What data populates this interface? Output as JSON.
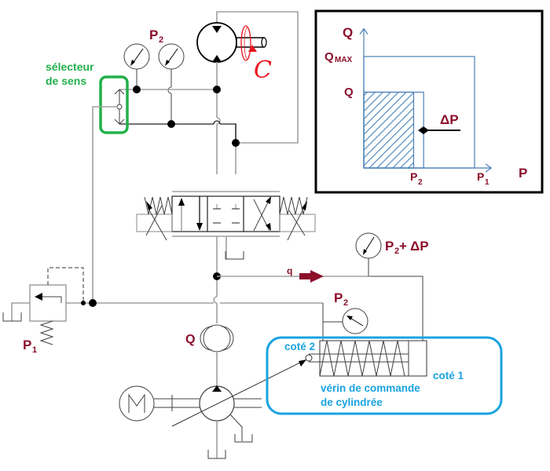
{
  "diagram": {
    "title": "Hydraulic variable-displacement pump with load-sensing control",
    "labels": {
      "p2_top": "P",
      "p2_top_sub": "2",
      "selector_line1": "sélecteur",
      "selector_line2": "de sens",
      "torque": "C",
      "p1_relief": "P",
      "p1_relief_sub": "1",
      "q_flow_meter": "Q",
      "q_small": "q",
      "p2_plus_dp": "P",
      "p2_plus_dp_sub": "2",
      "p2_plus_dp_rest": " + ΔP",
      "p2_cyl": "P",
      "p2_cyl_sub": "2",
      "cote2": "coté 2",
      "cote1": "coté 1",
      "verin_line1": "vérin de commande",
      "verin_line2": "de cylindrée"
    },
    "components": [
      "hydraulic-motor",
      "pressure-gauge-p2-left",
      "pressure-gauge-p2-right",
      "shuttle-valve-direction-selector",
      "directional-valve-4-3",
      "pressure-relief-valve",
      "flow-meter",
      "variable-displacement-pump",
      "electric-motor",
      "pressure-gauge-p2-plus-dp",
      "pressure-gauge-p2-cylinder",
      "displacement-control-cylinder"
    ],
    "colors": {
      "label_red": "#8b0f2a",
      "selector_green": "#22b04b",
      "cylinder_blue": "#1aa3e0",
      "torque_red": "#e8141e",
      "chart_blue": "#4a7fb5"
    }
  },
  "chart_data": {
    "type": "area",
    "title": "",
    "xlabel": "P",
    "ylabel": "Q",
    "x_ticks": [
      {
        "label": "P",
        "sub": "2",
        "value": 0.45
      },
      {
        "label": "P",
        "sub": "1",
        "value": 1.0
      }
    ],
    "y_ticks": [
      {
        "label": "Q",
        "sub": "MAX",
        "value": 1.0
      },
      {
        "label": "Q",
        "sub": "",
        "value": 0.68
      }
    ],
    "xlim": [
      0,
      1.15
    ],
    "ylim": [
      0,
      1.25
    ],
    "regions": [
      {
        "name": "max-envelope",
        "x": [
          0,
          1.0
        ],
        "y": [
          0,
          1.0
        ],
        "fill": "none"
      },
      {
        "name": "pump-output",
        "x": [
          0,
          0.54
        ],
        "y": [
          0,
          0.68
        ],
        "fill": "none"
      },
      {
        "name": "useful-power",
        "x": [
          0,
          0.45
        ],
        "y": [
          0,
          0.68
        ],
        "fill": "hatched"
      }
    ],
    "annotation": {
      "text": "ΔP",
      "between": [
        "P2",
        "P2+ΔP"
      ]
    },
    "grid": false,
    "legend": "none"
  }
}
